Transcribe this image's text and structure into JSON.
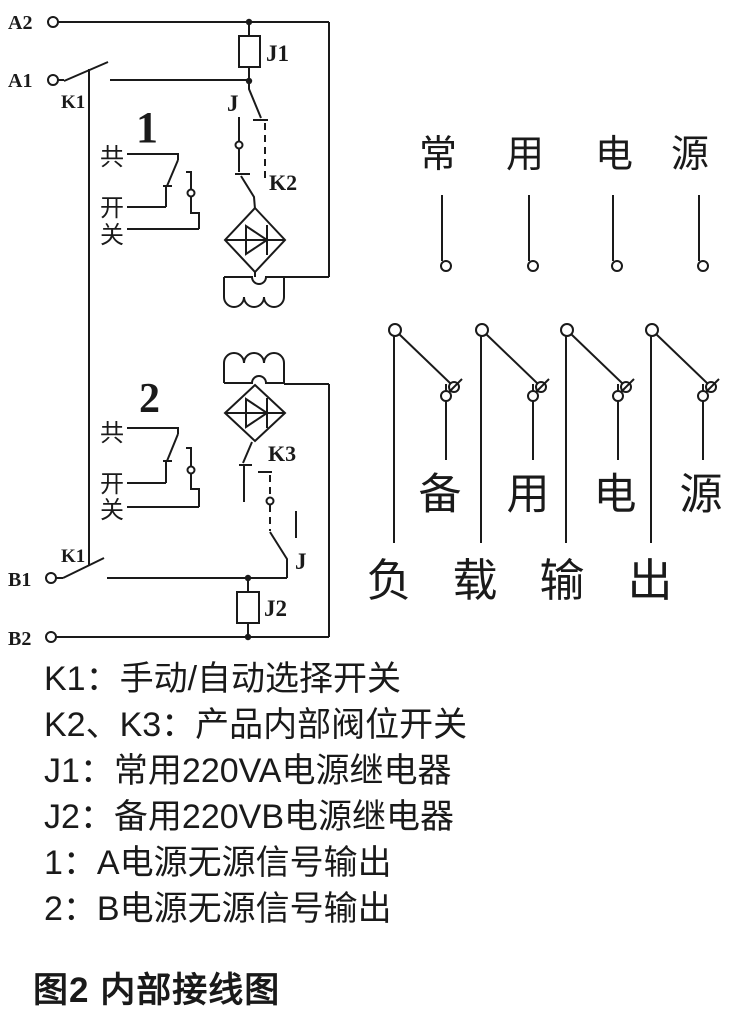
{
  "figure": {
    "caption": "图2 内部接线图"
  },
  "legend": {
    "lines": [
      "K1：手动/自动选择开关",
      "K2、K3：产品内部阀位开关",
      "J1：常用220VA电源继电器",
      "J2：备用220VB电源继电器",
      "1：A电源无源信号输出",
      "2：B电源无源信号输出"
    ]
  },
  "diagram": {
    "terminal_labels": {
      "a2": "A2",
      "a1": "A1",
      "b1": "B1",
      "b2": "B2"
    },
    "component_labels": {
      "k1_top": "K1",
      "k1_bottom": "K1",
      "j_top": "J",
      "j_bottom": "J",
      "j1": "J1",
      "j2": "J2",
      "k2": "K2",
      "k3": "K3",
      "signal1_num": "1",
      "signal2_num": "2"
    },
    "signal_switch_labels": {
      "common": "共",
      "open": "开",
      "closed": "关"
    },
    "normal_supply_chars": [
      "常",
      "用",
      "电",
      "源"
    ],
    "backup_supply_chars": [
      "备",
      "用",
      "电",
      "源"
    ],
    "load_output_chars": [
      "负",
      "载",
      "输",
      "出"
    ],
    "colors": {
      "ink": "#1a1a1a",
      "background": "#ffffff"
    }
  }
}
